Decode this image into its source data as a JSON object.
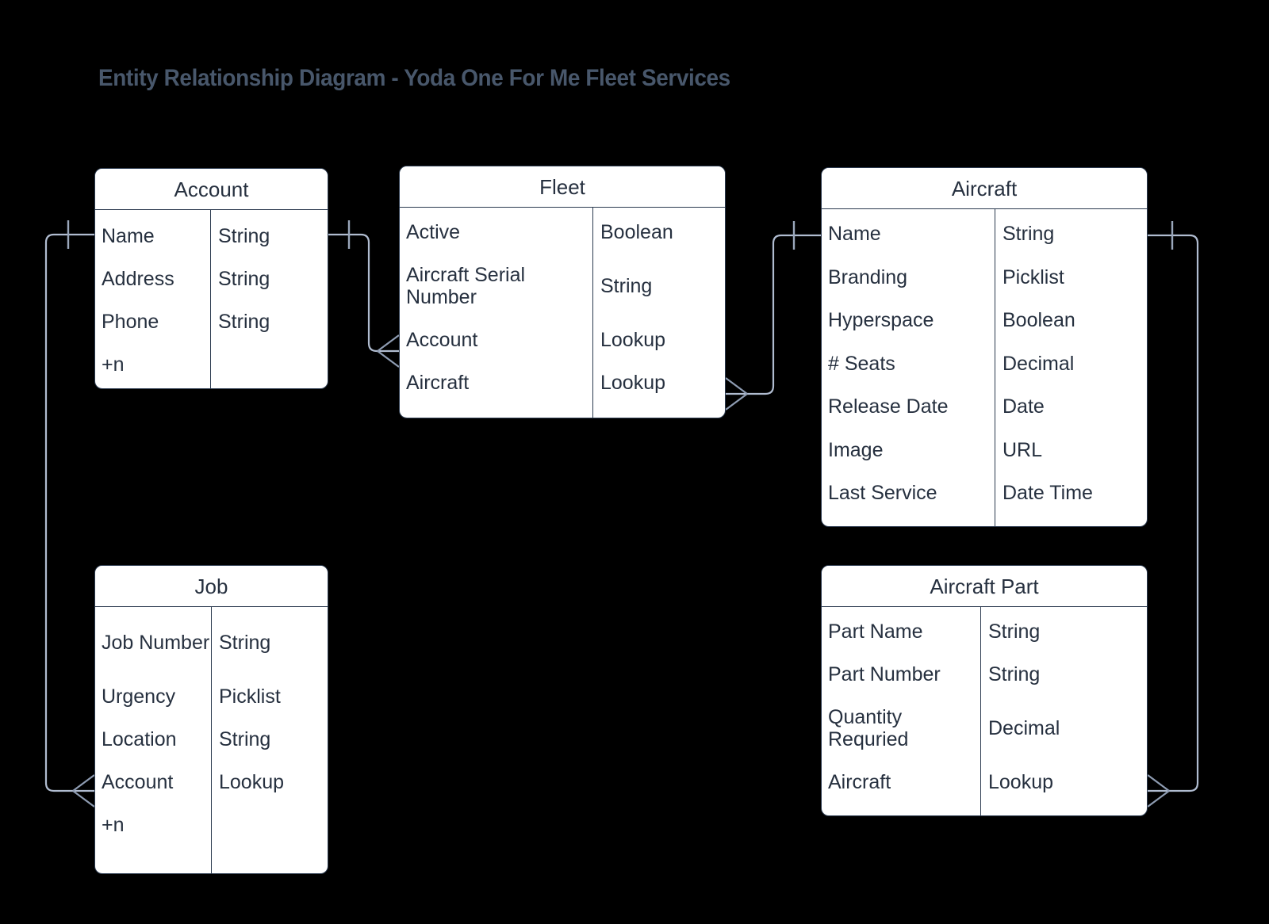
{
  "title": "Entity Relationship Diagram - Yoda One For Me Fleet Services",
  "colors": {
    "background": "#000000",
    "entity_fill": "#ffffff",
    "entity_stroke": "#2b3a4f",
    "text": "#26303f",
    "title_text": "#48576b",
    "connector": "#b0bcd0"
  },
  "entities": [
    {
      "name": "Account",
      "attributes": [
        {
          "field": "Name",
          "type": "String"
        },
        {
          "field": "Address",
          "type": "String"
        },
        {
          "field": "Phone",
          "type": "String"
        },
        {
          "field": "+n",
          "type": ""
        }
      ]
    },
    {
      "name": "Fleet",
      "attributes": [
        {
          "field": "Active",
          "type": "Boolean"
        },
        {
          "field": "Aircraft Serial Number",
          "type": "String"
        },
        {
          "field": "Account",
          "type": "Lookup"
        },
        {
          "field": "Aircraft",
          "type": "Lookup"
        }
      ]
    },
    {
      "name": "Aircraft",
      "attributes": [
        {
          "field": "Name",
          "type": "String"
        },
        {
          "field": "Branding",
          "type": "Picklist"
        },
        {
          "field": "Hyperspace",
          "type": "Boolean"
        },
        {
          "field": "# Seats",
          "type": "Decimal"
        },
        {
          "field": "Release Date",
          "type": "Date"
        },
        {
          "field": "Image",
          "type": "URL"
        },
        {
          "field": "Last Service",
          "type": "Date Time"
        }
      ]
    },
    {
      "name": "Job",
      "attributes": [
        {
          "field": "Job Number",
          "type": "String"
        },
        {
          "field": "Urgency",
          "type": "Picklist"
        },
        {
          "field": "Location",
          "type": "String"
        },
        {
          "field": "Account",
          "type": "Lookup"
        },
        {
          "field": "+n",
          "type": ""
        }
      ]
    },
    {
      "name": "Aircraft Part",
      "attributes": [
        {
          "field": "Part Name",
          "type": "String"
        },
        {
          "field": "Part Number",
          "type": "String"
        },
        {
          "field": "Quantity Requried",
          "type": "Decimal"
        },
        {
          "field": "Aircraft",
          "type": "Lookup"
        }
      ]
    }
  ],
  "relationships": [
    {
      "from": "Account",
      "from_cardinality": "one",
      "to": "Fleet",
      "to_cardinality": "many",
      "to_field": "Account"
    },
    {
      "from": "Fleet",
      "from_cardinality": "many",
      "from_field": "Aircraft",
      "to": "Aircraft",
      "to_cardinality": "one"
    },
    {
      "from": "Account",
      "from_cardinality": "one",
      "to": "Job",
      "to_cardinality": "many",
      "to_field": "Account"
    },
    {
      "from": "Aircraft",
      "from_cardinality": "one",
      "to": "Aircraft Part",
      "to_cardinality": "many",
      "to_field": "Aircraft"
    }
  ]
}
